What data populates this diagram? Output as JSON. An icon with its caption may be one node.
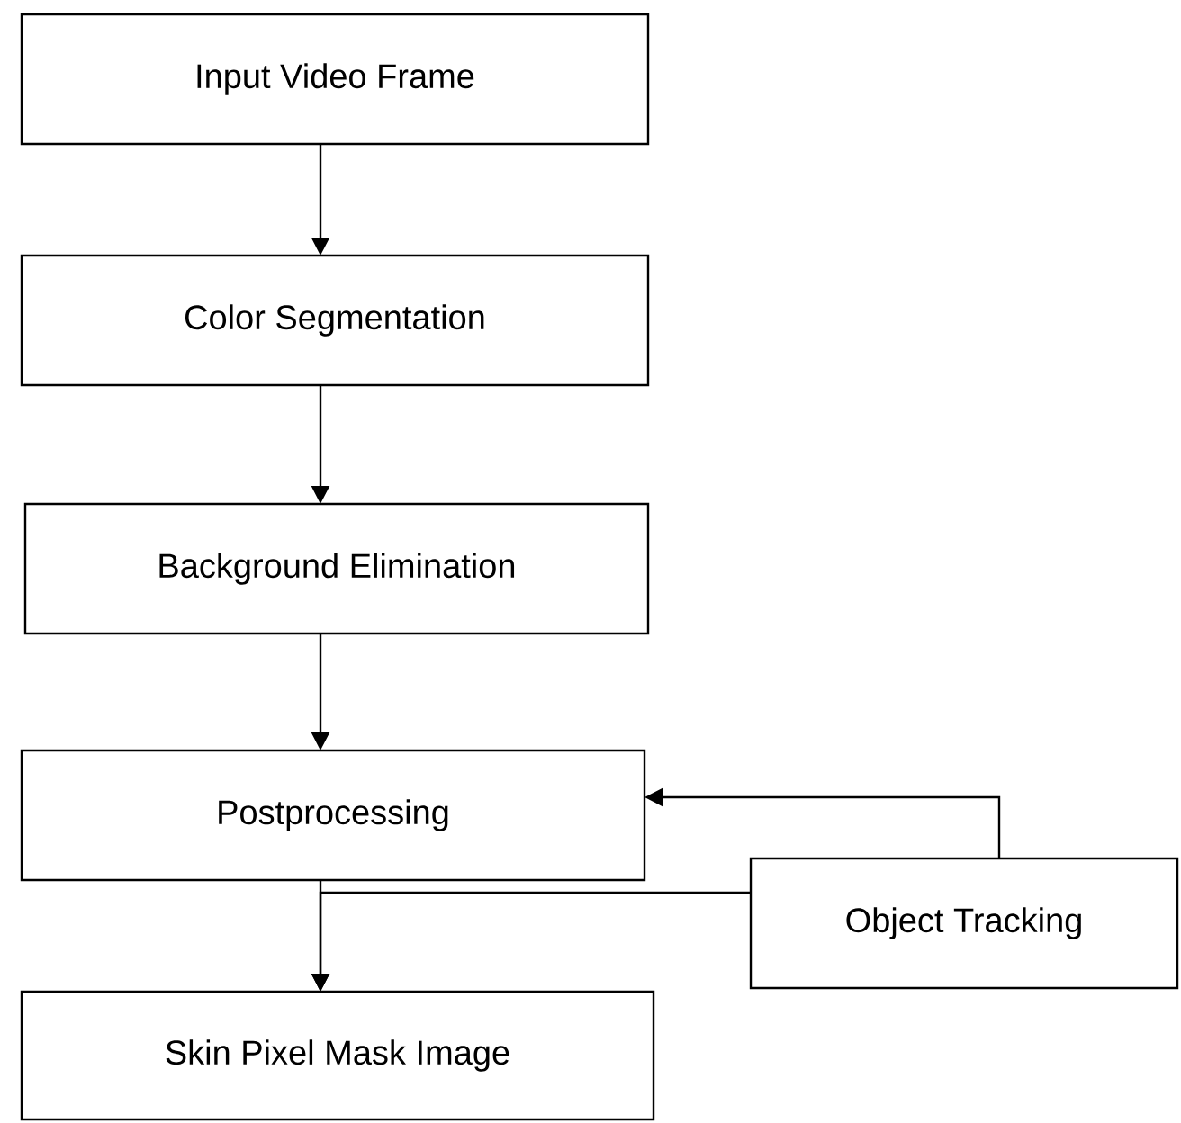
{
  "diagram": {
    "nodes": [
      {
        "text": [
          "Input Video Frame"
        ]
      },
      {
        "text": [
          "Color Segmentation"
        ]
      },
      {
        "text": [
          "Background Elimination"
        ]
      },
      {
        "text": [
          "Postprocessing"
        ]
      },
      {
        "text": [
          "Skin Pixel Mask Image"
        ]
      },
      {
        "text": [
          "Object Tracking"
        ]
      }
    ],
    "edges": [
      {
        "from": 0,
        "to": 1,
        "arrow": "to"
      },
      {
        "from": 1,
        "to": 2,
        "arrow": "to"
      },
      {
        "from": 2,
        "to": 3,
        "arrow": "to"
      },
      {
        "from": 3,
        "to": 4,
        "arrow": "to"
      },
      {
        "from": 5,
        "to": 3,
        "arrow": "to"
      },
      {
        "from": 5,
        "to": 4,
        "arrow": "to"
      }
    ]
  }
}
